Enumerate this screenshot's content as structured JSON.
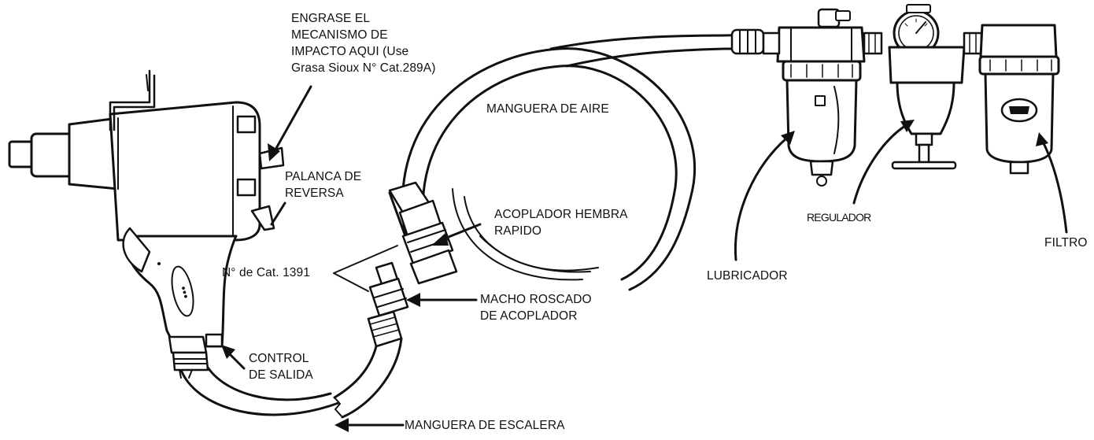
{
  "labels": {
    "grease": [
      "ENGRASE EL",
      "MECANISMO DE",
      "IMPACTO AQUI (Use",
      "Grasa Sioux N° Cat.289A)"
    ],
    "reverse_lever": [
      "PALANCA DE",
      "REVERSA"
    ],
    "air_hose": "MANGUERA DE AIRE",
    "quick_coupler": [
      "ACOPLADOR HEMBRA",
      "RAPIDO"
    ],
    "cat_number": "N° de Cat. 1391",
    "threaded_plug": [
      "MACHO ROSCADO",
      "DE ACOPLADOR"
    ],
    "output_control": [
      "CONTROL",
      "DE SALIDA"
    ],
    "ladder_hose": "MANGUERA DE ESCALERA",
    "lubricator": "LUBRICADOR",
    "regulator": "REGULADOR",
    "filter": "FILTRO"
  },
  "colors": {
    "ink": "#111111",
    "background": "#ffffff"
  }
}
